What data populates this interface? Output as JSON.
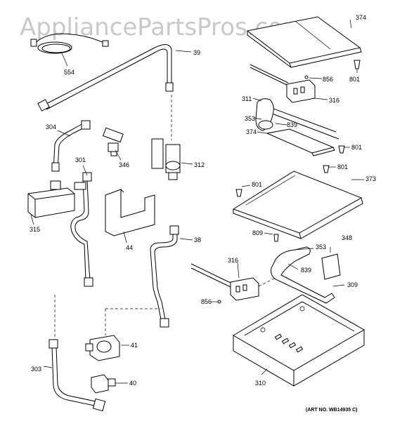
{
  "watermark": "AppliancePartsPros.com",
  "art_number": "(ART NO. WB14935 C)",
  "callouts": {
    "c374a": "374",
    "c801a": "801",
    "c856a": "856",
    "c554": "554",
    "c39": "39",
    "c311": "311",
    "c316a": "316",
    "c353a": "353",
    "c839a": "839",
    "c374b": "374",
    "c801b": "801",
    "c801c": "801",
    "c304": "304",
    "c346": "346",
    "c312": "312",
    "c301": "301",
    "c373": "373",
    "c801d": "801",
    "c315": "315",
    "c44": "44",
    "c38": "38",
    "c809": "809",
    "c353b": "353",
    "c348": "348",
    "c839b": "839",
    "c316b": "316",
    "c309": "309",
    "c856b": "856",
    "c41": "41",
    "c303": "303",
    "c40": "40",
    "c310": "310"
  }
}
